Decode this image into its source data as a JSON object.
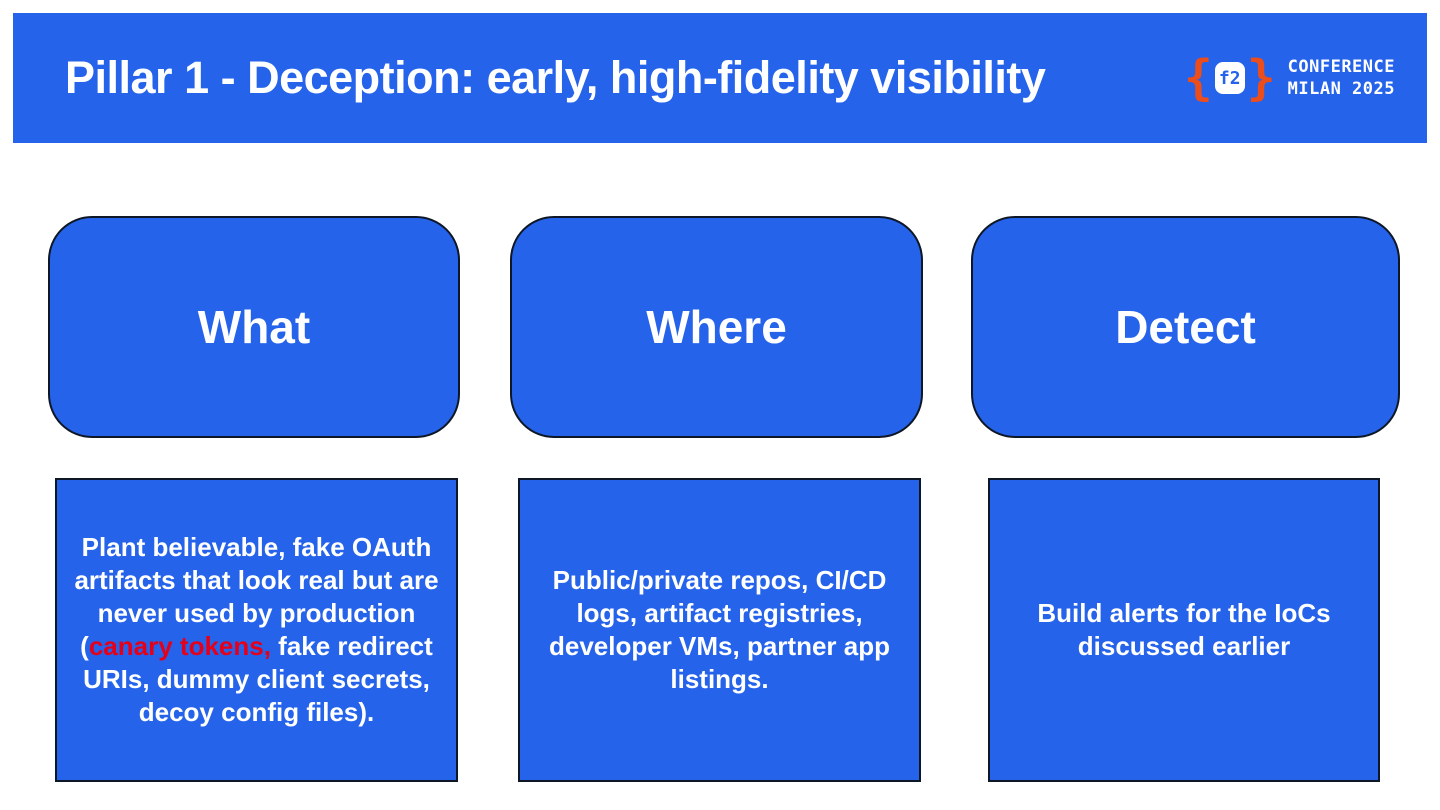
{
  "slide": {
    "header": {
      "title": "Pillar 1 - Deception: early, high-fidelity visibility",
      "logo": {
        "brace_open": "{",
        "glyph": "f2",
        "brace_close": "}",
        "line1": "CONFERENCE",
        "line2": "MILAN 2025"
      }
    },
    "columns": [
      {
        "title": "What",
        "body": [
          {
            "text": "Plant believable, fake OAuth artifacts that look real but are never used by production (",
            "style": "normal"
          },
          {
            "text": "canary tokens,",
            "style": "highlight-red"
          },
          {
            "text": " fake redirect URIs, dummy client secrets, decoy config files).",
            "style": "normal"
          }
        ]
      },
      {
        "title": "Where",
        "body": [
          {
            "text": "Public/private repos, CI/CD logs, artifact registries, developer VMs, partner app listings.",
            "style": "normal"
          }
        ]
      },
      {
        "title": "Detect",
        "body": [
          {
            "text": "Build alerts for the IoCs discussed earlier",
            "style": "normal"
          }
        ]
      }
    ],
    "colors": {
      "accent_blue": "#2563eb",
      "box_border": "#0e1726",
      "highlight_red": "#e50019",
      "logo_orange": "#eb4d1c",
      "text_white": "#ffffff"
    }
  }
}
